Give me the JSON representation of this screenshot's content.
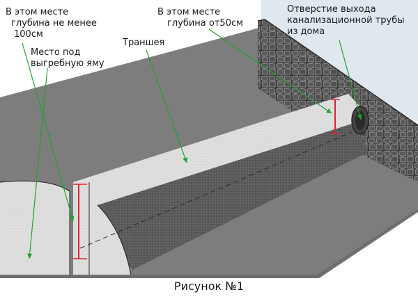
{
  "labels": {
    "depth_min_100": [
      "В этом месте",
      "глубина не менее",
      "100см"
    ],
    "pit_place": [
      "Место под",
      "выгребную яму"
    ],
    "trench": "Траншея",
    "depth_from_50": [
      "В этом месте",
      "глубина от50см"
    ],
    "pipe_outlet": [
      "Отверстие выхода",
      "канализационной трубы",
      "из дома"
    ]
  },
  "caption": "Рисунок №1",
  "colors": {
    "ground": "#7a7a7a",
    "ground_light": "#8a8a8a",
    "wall": "#dde5ee",
    "stone": "#4a4a4a",
    "trench_wall": "#e6e6e6",
    "trench_floor": "#5e5e5e",
    "depth_marker": "#e0232a",
    "leader_line": "#22a12e"
  }
}
